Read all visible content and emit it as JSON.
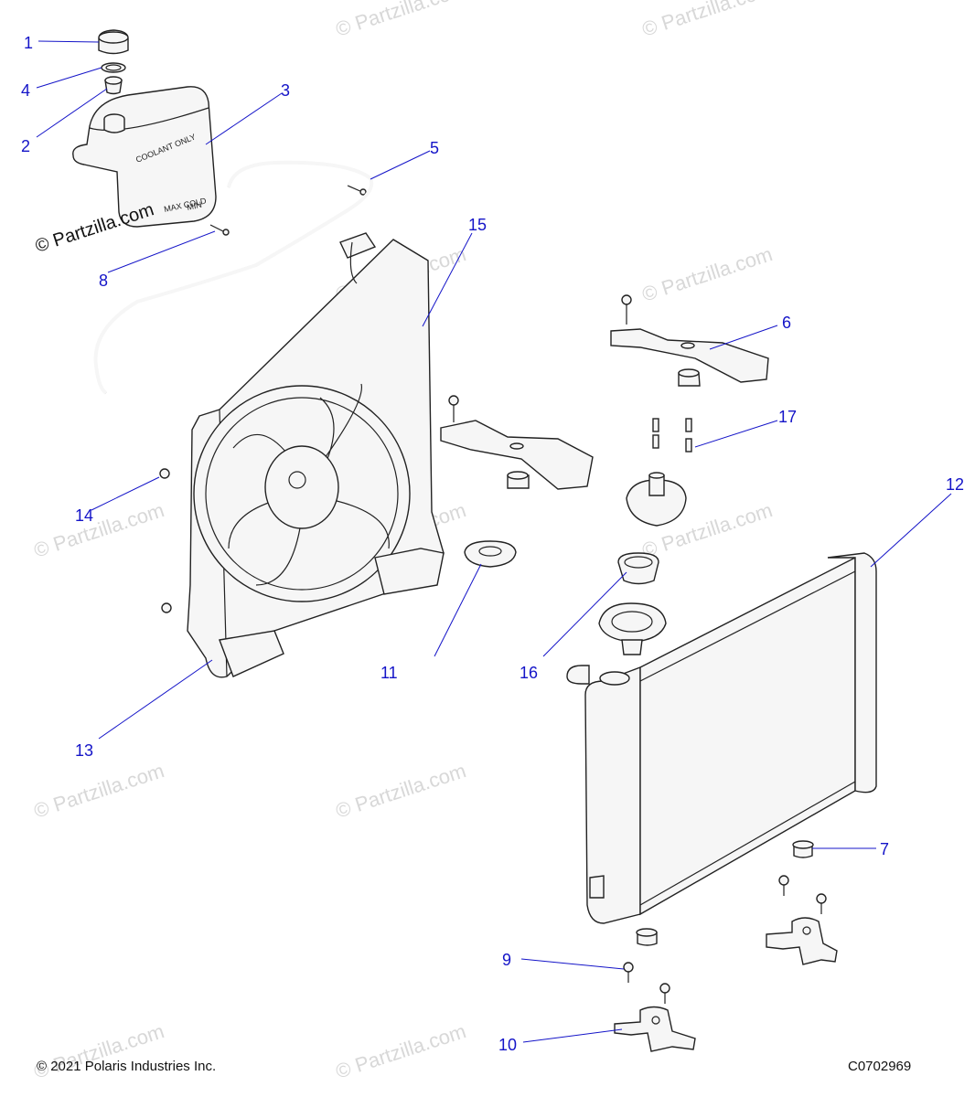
{
  "watermark": "© Partzilla.com",
  "brand_mark": "© Partzilla.com",
  "tank_labels": {
    "coolant": "COOLANT ONLY",
    "max": "MAX COLD",
    "min": "MIN"
  },
  "callouts": [
    "1",
    "2",
    "3",
    "4",
    "5",
    "6",
    "7",
    "8",
    "9",
    "10",
    "11",
    "12",
    "13",
    "14",
    "15",
    "16",
    "17"
  ],
  "footer": {
    "copyright": "© 2021 Polaris Industries Inc.",
    "drawing_id": "C0702969"
  },
  "colors": {
    "callout": "#1414c8",
    "line_art": "#222222",
    "watermark": "#d8d8d8"
  }
}
